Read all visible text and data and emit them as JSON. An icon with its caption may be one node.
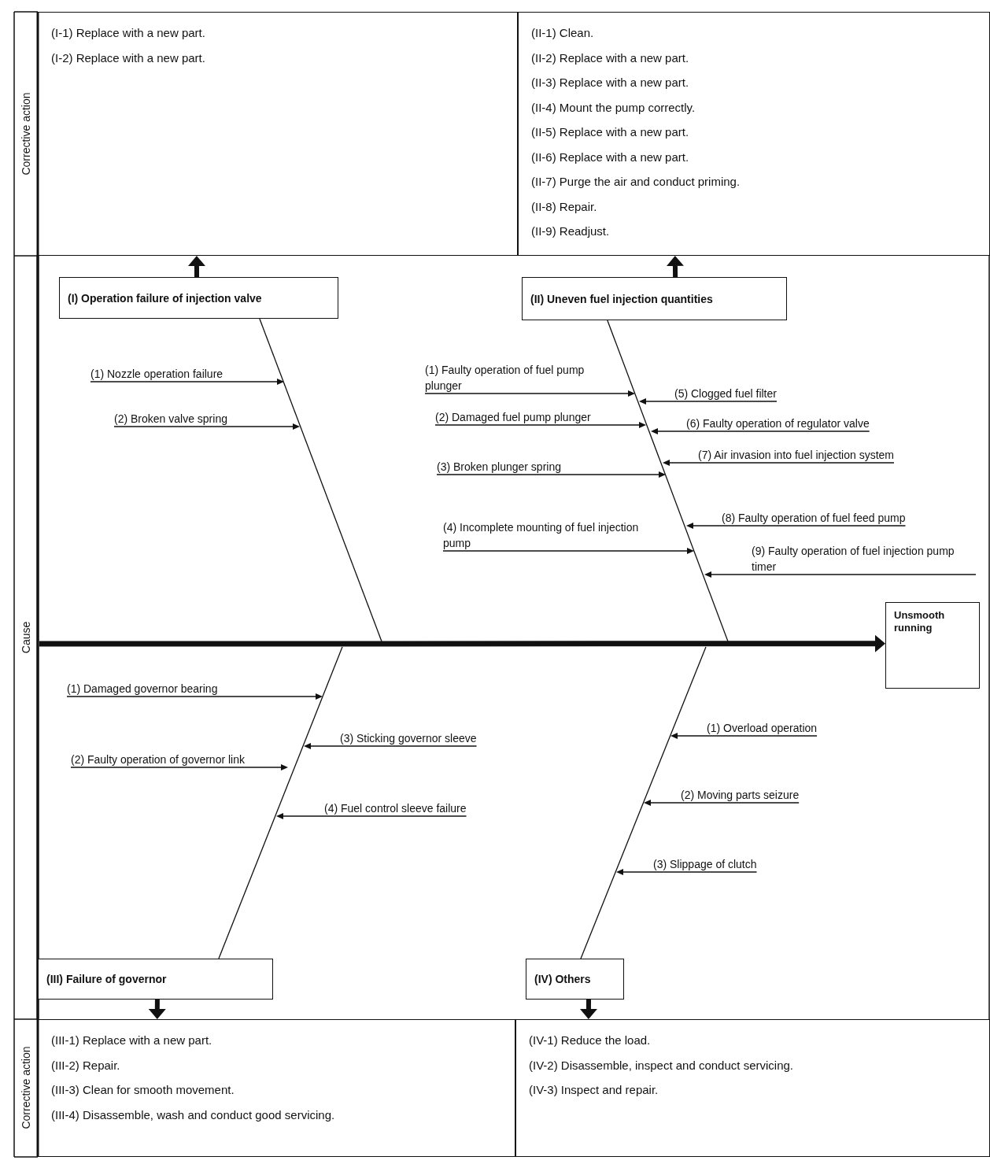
{
  "diagram": {
    "nodes": [
      {
        "text": [
          "(I-1) Replace with a new part.",
          "(I-2) Replace with a new part."
        ]
      },
      {
        "text": [
          "(II-1) Clean.",
          "(II-2) Replace with a new part.",
          "(II-3) Replace with a new part.",
          "(II-4) Mount the pump correctly.",
          "(II-5) Replace with a new part.",
          "(II-6) Replace with a new part.",
          "(II-7) Purge the air and conduct priming.",
          "(II-8) Repair.",
          "(II-9) Readjust."
        ]
      },
      {
        "text": [
          "(I) Operation failure of injection valve"
        ]
      },
      {
        "text": [
          "(II) Uneven fuel injection quantities"
        ]
      },
      {
        "text": [
          "(1) Nozzle operation failure"
        ]
      },
      {
        "text": [
          "(2) Broken valve spring"
        ]
      },
      {
        "text": [
          "(1) Faulty operation of fuel pump plunger"
        ]
      },
      {
        "text": [
          "(2) Damaged fuel pump plunger"
        ]
      },
      {
        "text": [
          "(3) Broken plunger spring"
        ]
      },
      {
        "text": [
          "(4) Incomplete mounting of fuel injection pump"
        ]
      },
      {
        "text": [
          "(5) Clogged fuel filter"
        ]
      },
      {
        "text": [
          "(6) Faulty operation of regulator valve"
        ]
      },
      {
        "text": [
          "(7) Air invasion into fuel injection system"
        ]
      },
      {
        "text": [
          "(8) Faulty operation of fuel feed pump"
        ]
      },
      {
        "text": [
          "(9) Faulty operation of fuel injection pump timer"
        ]
      },
      {
        "text": [
          "Unsmooth running"
        ]
      },
      {
        "text": [
          "(1) Damaged governor bearing"
        ]
      },
      {
        "text": [
          "(2) Faulty operation of governor link"
        ]
      },
      {
        "text": [
          "(3) Sticking governor sleeve"
        ]
      },
      {
        "text": [
          "(4) Fuel control sleeve failure"
        ]
      },
      {
        "text": [
          "(1) Overload operation"
        ]
      },
      {
        "text": [
          "(2) Moving parts seizure"
        ]
      },
      {
        "text": [
          "(3) Slippage of clutch"
        ]
      },
      {
        "text": [
          "(III) Failure of governor"
        ]
      },
      {
        "text": [
          "(IV) Others"
        ]
      },
      {
        "text": [
          "(III-1) Replace with a new part.",
          "(III-2) Repair.",
          "(III-3) Clean for smooth movement.",
          "(III-4) Disassemble, wash and conduct good servicing."
        ]
      },
      {
        "text": [
          "(IV-1) Reduce the load.",
          "(IV-2) Disassemble, inspect and conduct servicing.",
          "(IV-3) Inspect and repair."
        ]
      }
    ],
    "edges": [
      {
        "from": 2,
        "to": 0,
        "arrow": "to",
        "style": "thick"
      },
      {
        "from": 3,
        "to": 1,
        "arrow": "to",
        "style": "thick"
      },
      {
        "from": 23,
        "to": 25,
        "arrow": "to",
        "style": "thick"
      },
      {
        "from": 24,
        "to": 26,
        "arrow": "to",
        "style": "thick"
      },
      {
        "from": null,
        "to": 15,
        "arrow": "to",
        "style": "thick"
      },
      {
        "from": 2,
        "to": null,
        "arrow": "none"
      },
      {
        "from": 3,
        "to": null,
        "arrow": "none"
      },
      {
        "from": 23,
        "to": null,
        "arrow": "none"
      },
      {
        "from": 24,
        "to": null,
        "arrow": "none"
      },
      {
        "from": 4,
        "to": null,
        "arrow": "to"
      },
      {
        "from": 5,
        "to": null,
        "arrow": "to"
      },
      {
        "from": 6,
        "to": null,
        "arrow": "to"
      },
      {
        "from": 7,
        "to": null,
        "arrow": "to"
      },
      {
        "from": 8,
        "to": null,
        "arrow": "to"
      },
      {
        "from": 9,
        "to": null,
        "arrow": "to"
      },
      {
        "from": 10,
        "to": null,
        "arrow": "to"
      },
      {
        "from": 11,
        "to": null,
        "arrow": "to"
      },
      {
        "from": 12,
        "to": null,
        "arrow": "to"
      },
      {
        "from": 13,
        "to": null,
        "arrow": "to"
      },
      {
        "from": 14,
        "to": null,
        "arrow": "to"
      },
      {
        "from": 16,
        "to": null,
        "arrow": "to"
      },
      {
        "from": 17,
        "to": null,
        "arrow": "to"
      },
      {
        "from": 18,
        "to": null,
        "arrow": "to"
      },
      {
        "from": 19,
        "to": null,
        "arrow": "to"
      },
      {
        "from": 20,
        "to": null,
        "arrow": "to"
      },
      {
        "from": 21,
        "to": null,
        "arrow": "to"
      },
      {
        "from": 22,
        "to": null,
        "arrow": "to"
      }
    ],
    "labels": [
      "Corrective action",
      "Cause",
      "Corrective action"
    ]
  }
}
